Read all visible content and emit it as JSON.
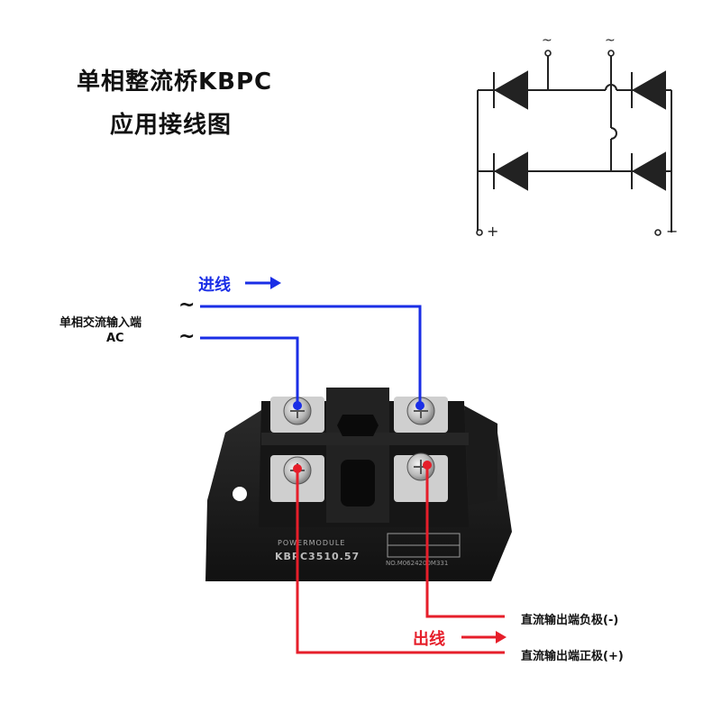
{
  "title": {
    "line1": "单相整流桥KBPC",
    "line2": "应用接线图"
  },
  "schematic": {
    "ac_symbol_left": "~",
    "ac_symbol_right": "~",
    "dc_positive": "+",
    "dc_negative": "−"
  },
  "input": {
    "label": "进线",
    "ac_label_line1": "单相交流输入端",
    "ac_label_line2": "AC",
    "tilde_top": "~",
    "tilde_bottom": "~",
    "color": "#1a2ee6"
  },
  "output": {
    "label": "出线",
    "negative_label": "直流输出端负极(-)",
    "positive_label": "直流输出端正极(+)",
    "color": "#e61e2a"
  },
  "module": {
    "brand": "POWERMODULE",
    "model": "KBPC3510.57",
    "serial": "NO.M0624200M331"
  }
}
